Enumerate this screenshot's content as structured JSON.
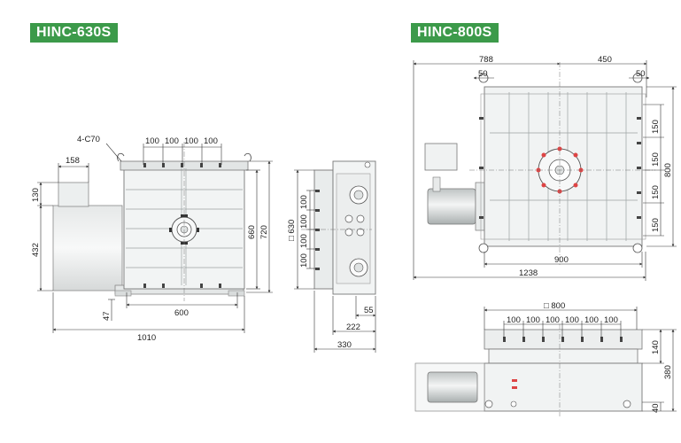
{
  "models": {
    "left": "HINC-630S",
    "right": "HINC-800S"
  },
  "left_drawing": {
    "front": {
      "chamfer_note": "4-C70",
      "top_slot_pitches": [
        "100",
        "100",
        "100",
        "100"
      ],
      "motor_width": "158",
      "motor_height": "130",
      "base_height": "432",
      "slot_span": "600",
      "base_offset": "47",
      "overall_length": "1010",
      "height_660": "660",
      "height_720": "720"
    },
    "side": {
      "table_size": "□ 630",
      "slot_pitches": [
        "100",
        "100",
        "100",
        "100"
      ],
      "dim_55": "55",
      "dim_222": "222",
      "dim_330": "330"
    }
  },
  "right_drawing": {
    "plan": {
      "top_788": "788",
      "top_450": "450",
      "ear_left": "50",
      "ear_right": "50",
      "slot_pitches": [
        "150",
        "150",
        "150",
        "150"
      ],
      "height_800": "800",
      "table_900": "900",
      "overall_1238": "1238"
    },
    "elevation": {
      "table_size": "□ 800",
      "slot_pitches": [
        "100",
        "100",
        "100",
        "100",
        "100",
        "100"
      ],
      "dim_140": "140",
      "dim_380": "380",
      "dim_40": "40"
    }
  }
}
